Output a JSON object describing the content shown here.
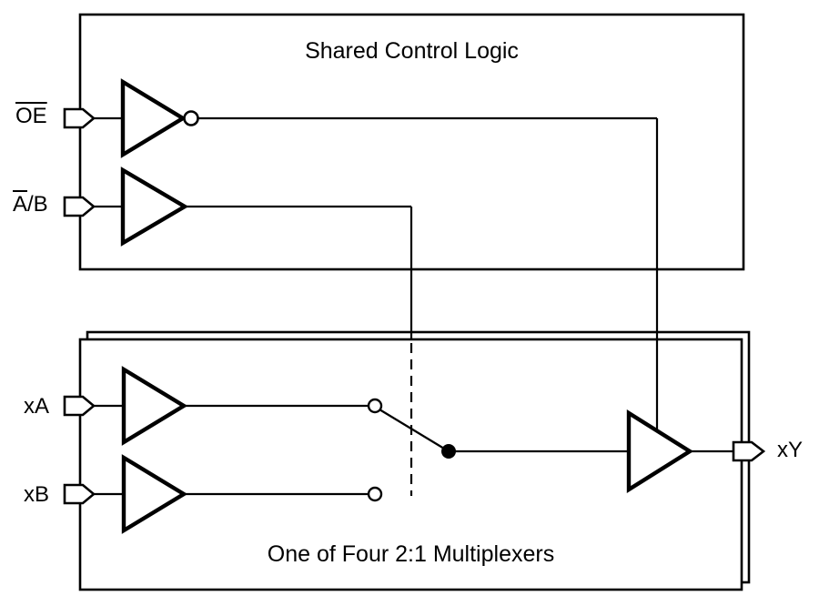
{
  "colors": {
    "line": "#000000",
    "fill": "#ffffff"
  },
  "control_block": {
    "title": "Shared Control Logic",
    "oe_input": {
      "label": "OE",
      "overline": "full",
      "gate": "inverter"
    },
    "ab_input": {
      "label_overlined": "A",
      "label_rest": "/B",
      "gate": "buffer"
    }
  },
  "mux_block": {
    "title": "One of Four 2:1 Multiplexers",
    "xa_input": {
      "label": "xA",
      "gate": "buffer"
    },
    "xb_input": {
      "label": "xB",
      "gate": "buffer"
    },
    "xy_output": {
      "label": "xY",
      "gate": "three-state-buffer"
    },
    "switch_position": "A"
  }
}
